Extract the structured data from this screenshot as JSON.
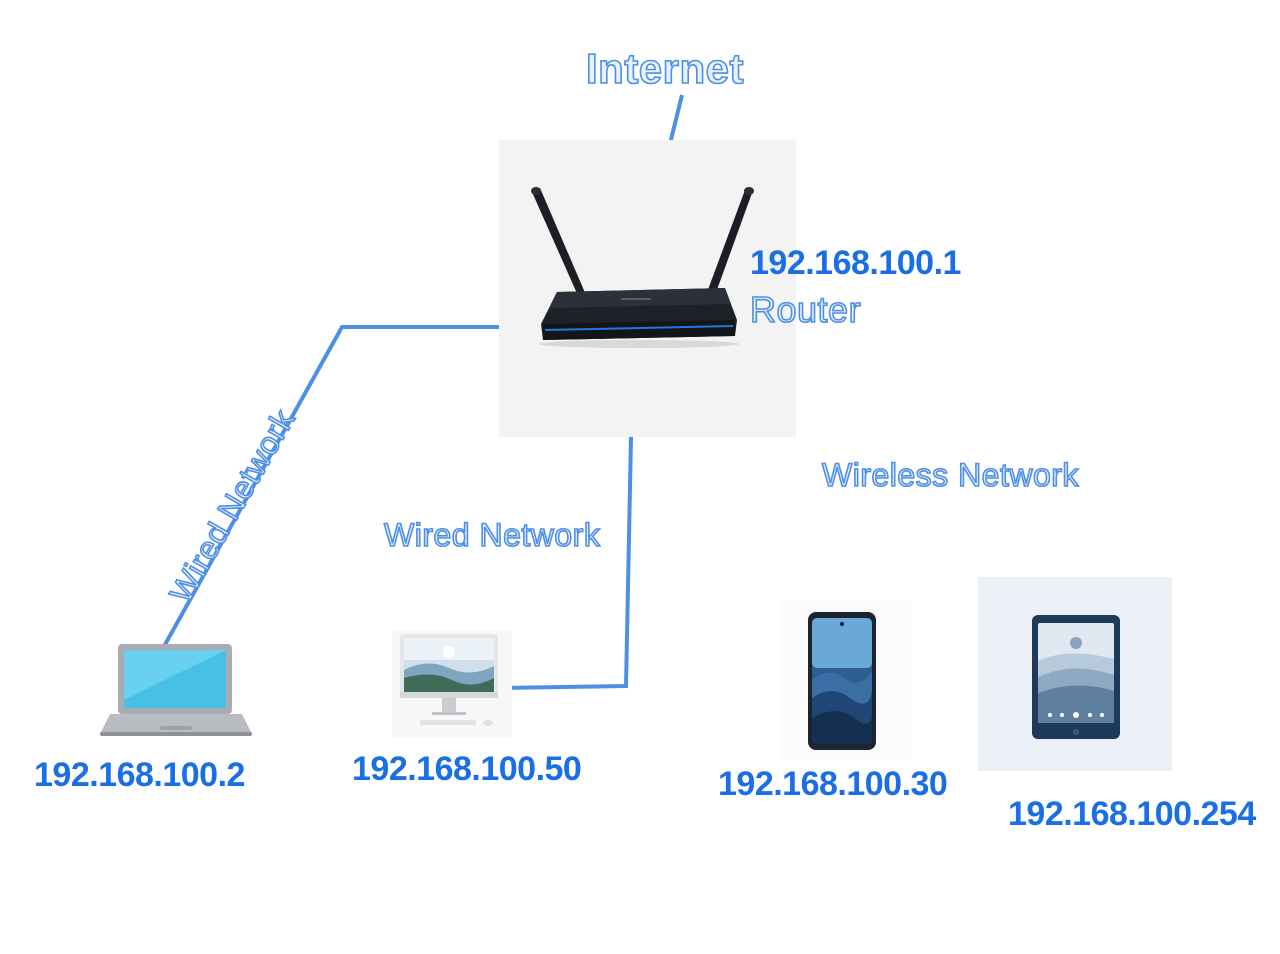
{
  "diagram": {
    "internet_label": "Internet",
    "router": {
      "ip": "192.168.100.1",
      "label": "Router"
    },
    "connections": {
      "wired_left": "Wired Network",
      "wired_center": "Wired Network",
      "wireless": "Wireless Network"
    },
    "devices": {
      "laptop": {
        "ip": "192.168.100.2",
        "icon": "laptop-icon"
      },
      "desktop": {
        "ip": "192.168.100.50",
        "icon": "desktop-computer-icon"
      },
      "phone": {
        "ip": "192.168.100.30",
        "icon": "smartphone-icon"
      },
      "tablet": {
        "ip": "192.168.100.254",
        "icon": "tablet-icon"
      }
    },
    "colors": {
      "link_line": "#4d8fe6",
      "ip_text": "#1a6ee6",
      "label_outline": "#4d8fe6"
    }
  }
}
